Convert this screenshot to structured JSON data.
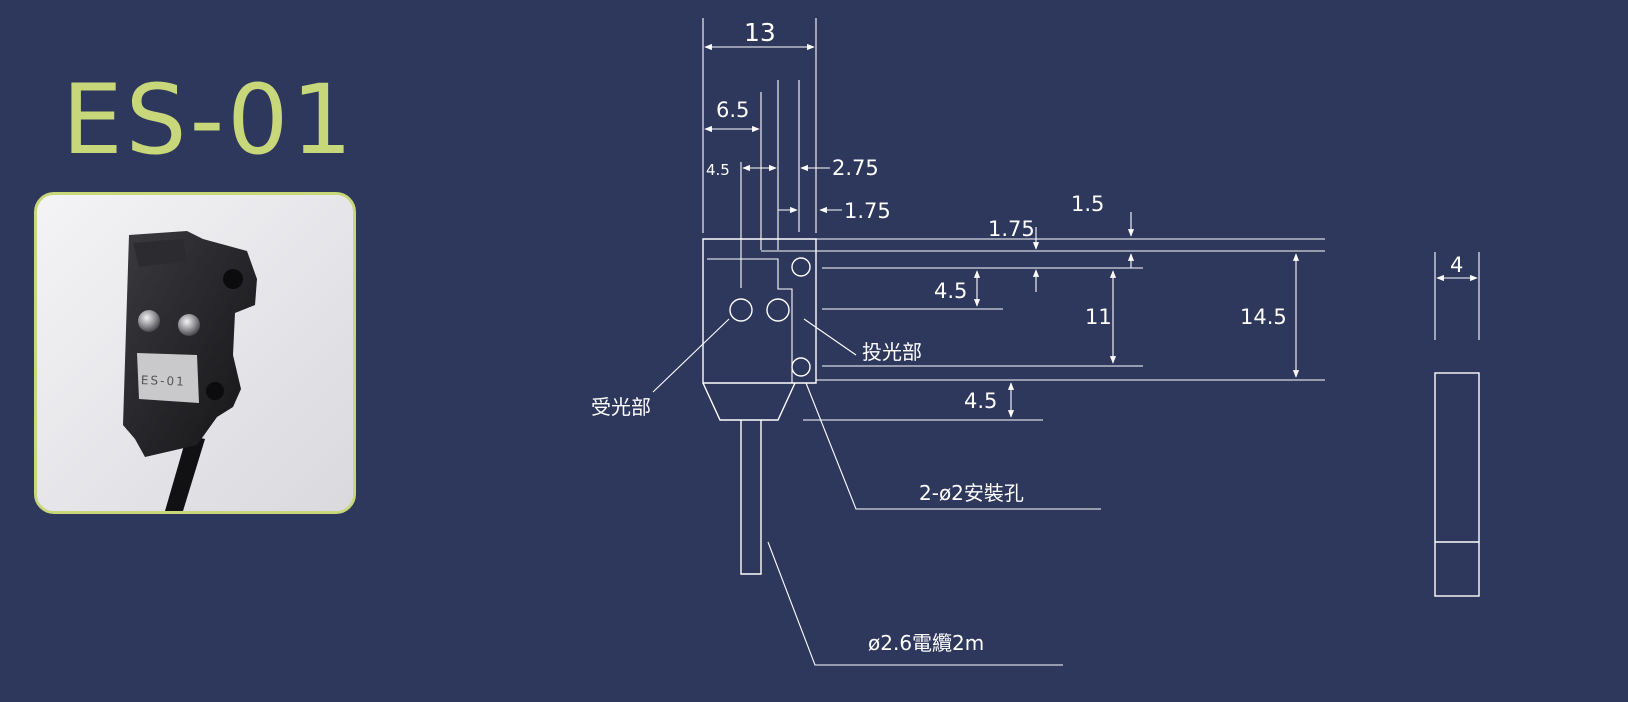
{
  "product": {
    "model": "ES-01",
    "label_on_sensor": "ES-01"
  },
  "colors": {
    "background": "#2e375c",
    "accent": "#c7d77a",
    "line": "#ffffff"
  },
  "dimensions": {
    "width_total": "13",
    "half_width": "6.5",
    "lens_offset": "4.5",
    "right_offset_a": "2.75",
    "right_offset_b": "1.75",
    "top_offset_a": "1.5",
    "top_offset_b": "1.75",
    "lens_height": "4.5",
    "hole_spacing": "11",
    "body_height": "14.5",
    "bottom_offset": "4.5",
    "thickness": "4"
  },
  "callouts": {
    "emitter": "投光部",
    "receiver": "受光部",
    "mount_holes": "2-ø2安裝孔",
    "cable": "ø2.6電纜2m"
  }
}
